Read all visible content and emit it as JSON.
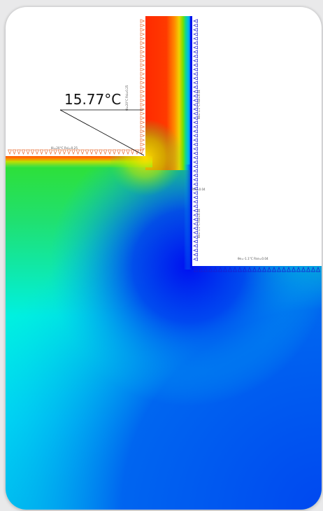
{
  "diagram": {
    "callout_value": "15.77°C",
    "bc_inner_horizontal": "θi=20°C Rsi=0.25",
    "bc_inner_vertical": "θi=20°C Rsi=0.25",
    "bc_outer_vertical_upper": "θe=-1.1°C Rse=0.04",
    "bc_outer_short": "Rse=0.04",
    "bc_outer_vertical_lower": "θe=-1.1°C Rse=0.04",
    "bc_outer_horizontal": "θe=-1.1°C Rse=0.04"
  },
  "colors": {
    "warm_arrows": "#e8703a",
    "cold_arrows": "#1a1ad0",
    "hot": "#ff1a00",
    "warm": "#ffcc00",
    "mid": "#22dd22",
    "cool": "#00e8ee",
    "cold": "#0000ee"
  }
}
